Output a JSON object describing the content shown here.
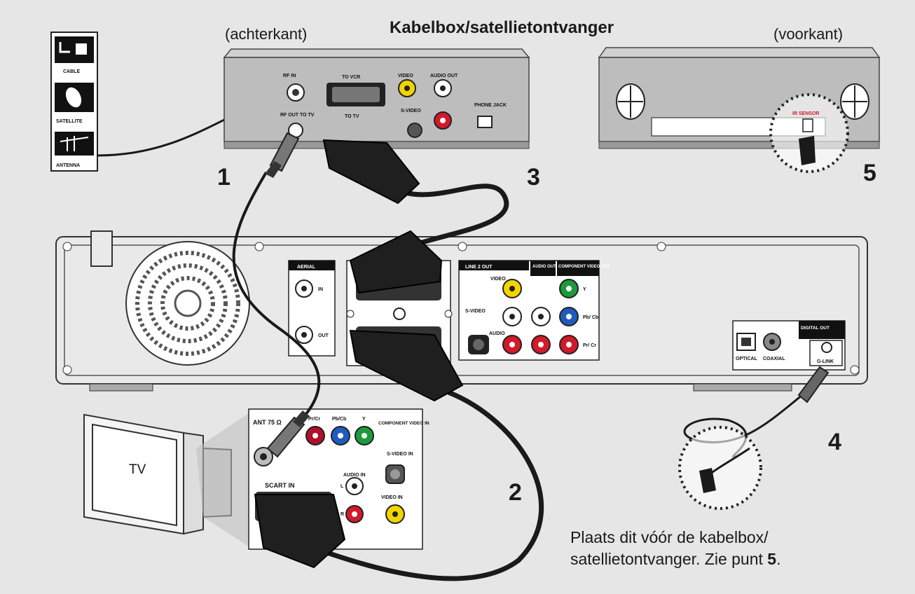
{
  "labels": {
    "title": "Kabelbox/satellietontvanger",
    "rear": "(achterkant)",
    "front": "(voorkant)",
    "note_part1": "Plaats dit vóór de kabelbox/ satellietontvanger. Zie punt ",
    "note_bold": "5",
    "note_end": "."
  },
  "steps": [
    "1",
    "2",
    "3",
    "4",
    "5"
  ],
  "sources": [
    "CABLE",
    "SATELLITE",
    "ANTENNA"
  ],
  "settop_box": {
    "rf_in": "RF IN",
    "rf_out": "RF OUT TO TV",
    "to_vcr": "TO VCR",
    "to_tv": "TO TV",
    "video": "VIDEO",
    "audio_out": "AUDIO OUT",
    "s_video": "S-VIDEO",
    "phone_jack": "PHONE JACK",
    "ir_sensor": "IR SENSOR"
  },
  "recorder": {
    "aerial": "AERIAL",
    "aerial_in": "IN",
    "aerial_out": "OUT",
    "line2_out": "LINE 2 OUT",
    "video": "VIDEO",
    "s_video": "S-VIDEO",
    "audio": "AUDIO",
    "audio_out": "AUDIO OUT",
    "component_video_out": "COMPONENT VIDEO OUT",
    "y": "Y",
    "pb_cb": "Pb/ Cb",
    "pr_cr": "Pr/ Cr",
    "digital_out": "DIGITAL OUT",
    "optical": "OPTICAL",
    "coaxial": "COAXIAL",
    "g_link": "G-LINK"
  },
  "tv": {
    "label": "TV",
    "ant": "ANT 75 Ω",
    "pr_cr": "Pr/Cr",
    "pb_cb": "Pb/Cb",
    "y": "Y",
    "component_video_in": "COMPONENT VIDEO IN",
    "s_video_in": "S-VIDEO IN",
    "audio_in": "AUDIO IN",
    "scart_in": "SCART IN",
    "video_in": "VIDEO IN",
    "l": "L",
    "r": "R"
  },
  "colors": {
    "background": "#e6e6e6",
    "device": "#bdbdbd",
    "panel": "#ffffff",
    "yellow_jack": "#f2d400",
    "red_jack": "#d11a2a",
    "green_jack": "#1e9a3c",
    "blue_jack": "#1f5bbf",
    "cable": "#1a1a1a"
  }
}
